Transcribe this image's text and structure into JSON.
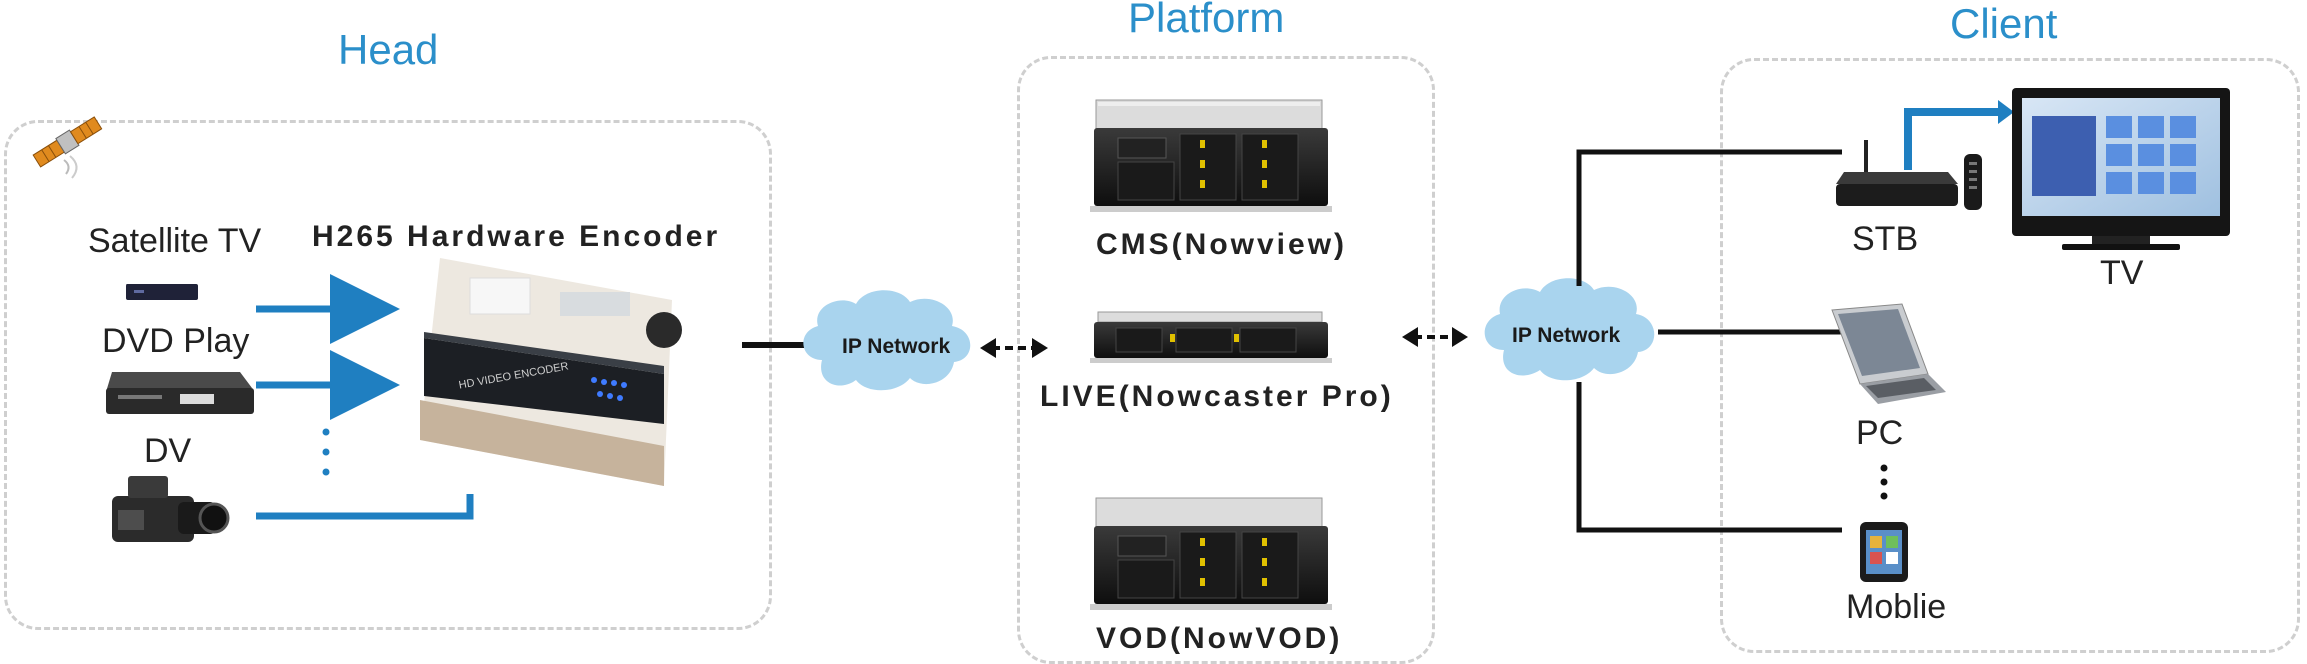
{
  "sections": {
    "head": "Head",
    "platform": "Platform",
    "client": "Client"
  },
  "head": {
    "sources": [
      "Satellite TV",
      "DVD Play",
      "DV"
    ],
    "encoder_title": "H265 Hardware  Encoder",
    "encoder_device_text": "HD VIDEO ENCODER"
  },
  "networks": {
    "left": "IP Network",
    "right": "IP Network"
  },
  "platform": {
    "cms_bold": "CMS",
    "cms_paren": "(Nowview)",
    "live_bold": "LIVE",
    "live_paren": "(Nowcaster Pro)",
    "vod_bold": "VOD",
    "vod_paren": "(NowVOD)"
  },
  "client": {
    "stb": "STB",
    "tv": "TV",
    "pc": "PC",
    "mobile": "Moblie"
  },
  "colors": {
    "title": "#2b8fca",
    "arrow": "#1f7fc1",
    "cloud": "#a9d4ee",
    "line": "#111111",
    "dash": "#cfcfcf"
  }
}
